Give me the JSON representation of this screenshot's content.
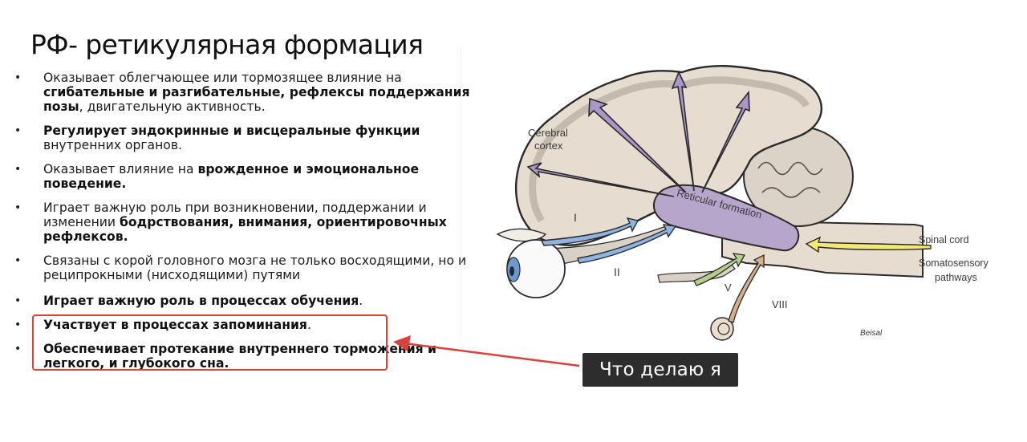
{
  "slide": {
    "title": "РФ- ретикулярная формация",
    "bullet_glyph": "•",
    "bullets": [
      {
        "parts": [
          {
            "text": "Оказывает облегчающее или тормозящее влияние на ",
            "bold": false
          },
          {
            "text": "сгибательные и разгибательные, рефлексы поддержания позы",
            "bold": true
          },
          {
            "text": ", двигательную активность.",
            "bold": false
          }
        ]
      },
      {
        "parts": [
          {
            "text": "Регулирует эндокринные и висцеральные функции",
            "bold": true
          },
          {
            "text": " внутренних органов.",
            "bold": false
          }
        ]
      },
      {
        "parts": [
          {
            "text": "Оказывает влияние на ",
            "bold": false
          },
          {
            "text": "врожденное и эмоциональное поведение.",
            "bold": true
          }
        ]
      },
      {
        "parts": [
          {
            "text": "Играет важную роль при возникновении, поддержании и изменении ",
            "bold": false
          },
          {
            "text": "бодрствования, внимания, ориентировочных рефлексов.",
            "bold": true
          }
        ]
      },
      {
        "parts": [
          {
            "text": "Связаны с корой головного мозга не только восходящими, но и реципрокными (нисходящими) путями",
            "bold": false
          }
        ]
      },
      {
        "parts": [
          {
            "text": "Играет важную роль в процессах обучения",
            "bold": true
          },
          {
            "text": ".",
            "bold": false
          }
        ]
      },
      {
        "parts": [
          {
            "text": "Участвует в процессах запоминания",
            "bold": true
          },
          {
            "text": ".",
            "bold": false
          }
        ]
      },
      {
        "parts": [
          {
            "text": "Обеспечивает протекание внутреннего торможения и легкого, и глубокого сна.",
            "bold": true
          }
        ]
      }
    ]
  },
  "annotation": {
    "label": "Что делаю я",
    "box_color": "#d9413c",
    "arrow_color": "#d9413c",
    "label_bg": "#2d2d2d",
    "label_fg": "#ffffff",
    "highlighted_bullets": [
      5,
      6
    ]
  },
  "diagram": {
    "labels": {
      "cerebral_1": "Cerebral",
      "cerebral_2": "cortex",
      "reticular": "Reticular formation",
      "spinal": "Spinal cord",
      "somato_1": "Somatosensory",
      "somato_2": "pathways",
      "nerve_1": "I",
      "nerve_2": "II",
      "nerve_5": "V",
      "nerve_8": "VIII",
      "signature": "Beisal"
    },
    "colors": {
      "brain_fill": "#e6ddd0",
      "cortex_gray": "#b5aca3",
      "reticular_fill": "#b6a6cc",
      "cortex_arrows": "#a897c8",
      "optic_arrows": "#8fb3e3",
      "trigeminal_arrow": "#b4d08a",
      "vestibular_arrow": "#d6b08a",
      "spinal_arrow": "#f3ea74",
      "outline": "#2a2a2a"
    }
  }
}
